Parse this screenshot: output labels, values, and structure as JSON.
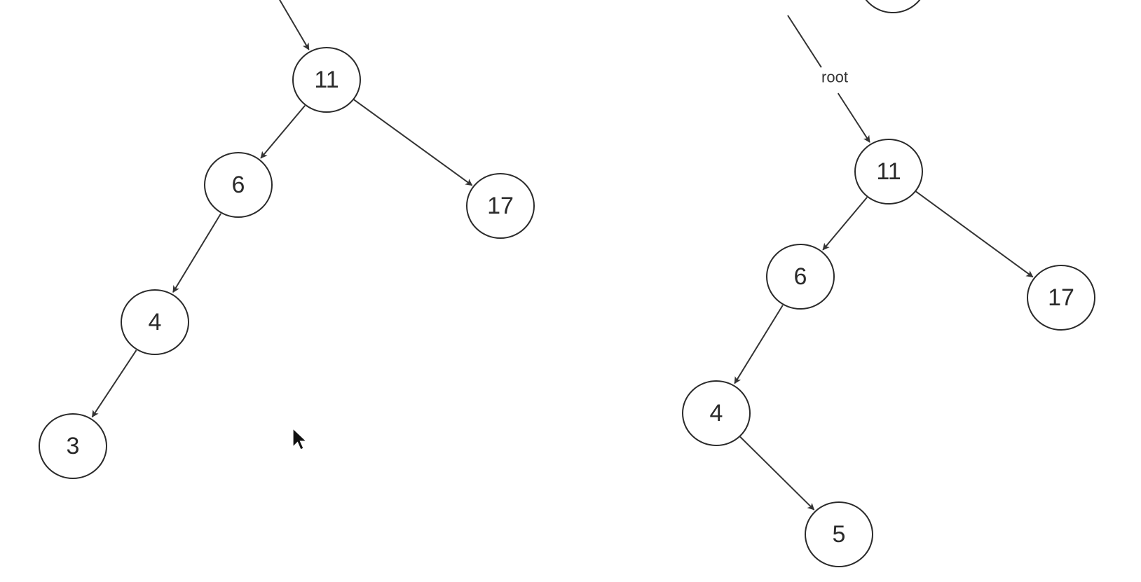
{
  "diagram": {
    "left_tree": {
      "nodes": [
        {
          "id": "L11",
          "label": "11"
        },
        {
          "id": "L6",
          "label": "6"
        },
        {
          "id": "L17",
          "label": "17"
        },
        {
          "id": "L4",
          "label": "4"
        },
        {
          "id": "L3",
          "label": "3"
        }
      ],
      "edges": [
        {
          "from": "L-in",
          "to": "L11",
          "label": ""
        },
        {
          "from": "L11",
          "to": "L6",
          "label": ""
        },
        {
          "from": "L11",
          "to": "L17",
          "label": ""
        },
        {
          "from": "L6",
          "to": "L4",
          "label": ""
        },
        {
          "from": "L4",
          "to": "L3",
          "label": ""
        }
      ]
    },
    "right_tree": {
      "nodes": [
        {
          "id": "Rtop",
          "label": ""
        },
        {
          "id": "R11",
          "label": "11"
        },
        {
          "id": "R6",
          "label": "6"
        },
        {
          "id": "R17",
          "label": "17"
        },
        {
          "id": "R4",
          "label": "4"
        },
        {
          "id": "R5",
          "label": "5"
        }
      ],
      "edges": [
        {
          "from": "Rtop",
          "to": "R11",
          "label": "root"
        },
        {
          "from": "R11",
          "to": "R6",
          "label": ""
        },
        {
          "from": "R11",
          "to": "R17",
          "label": ""
        },
        {
          "from": "R6",
          "to": "R4",
          "label": ""
        },
        {
          "from": "R4",
          "to": "R5",
          "label": ""
        }
      ]
    }
  },
  "icons": {
    "cursor": "mouse-pointer-icon"
  },
  "colors": {
    "stroke": "#2b2b2b",
    "text": "#2a2a2a",
    "background": "#ffffff"
  }
}
